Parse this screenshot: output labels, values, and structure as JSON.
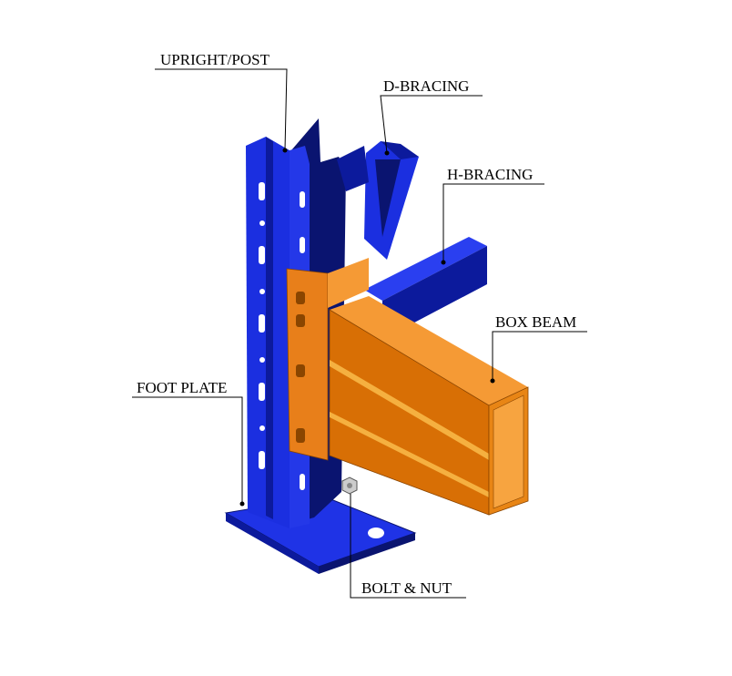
{
  "labels": {
    "upright": "UPRIGHT/POST",
    "d_bracing": "D-BRACING",
    "h_bracing": "H-BRACING",
    "box_beam": "BOX BEAM",
    "foot_plate": "FOOT PLATE",
    "bolt_nut": "BOLT & NUT"
  },
  "colors": {
    "blue": "#1b2fe0",
    "blue_dark": "#0c1a9c",
    "navy": "#0a1470",
    "orange": "#f08a1f",
    "orange_dark": "#d06800"
  }
}
